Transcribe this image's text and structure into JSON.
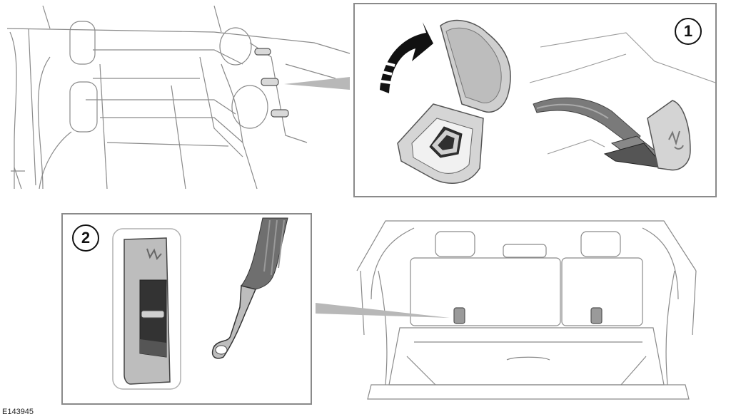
{
  "figure": {
    "reference": "E143945",
    "callouts": [
      "1",
      "2"
    ]
  },
  "colors": {
    "outline": "#6e6e6e",
    "panel_border": "#8a8a8a",
    "pointer": "#b8b8b8",
    "part_fill": "#c8c8c8",
    "dark_part": "#3c3c3c"
  },
  "icons": [
    "arrow-curved-icon",
    "child-seat-anchor-icon"
  ]
}
